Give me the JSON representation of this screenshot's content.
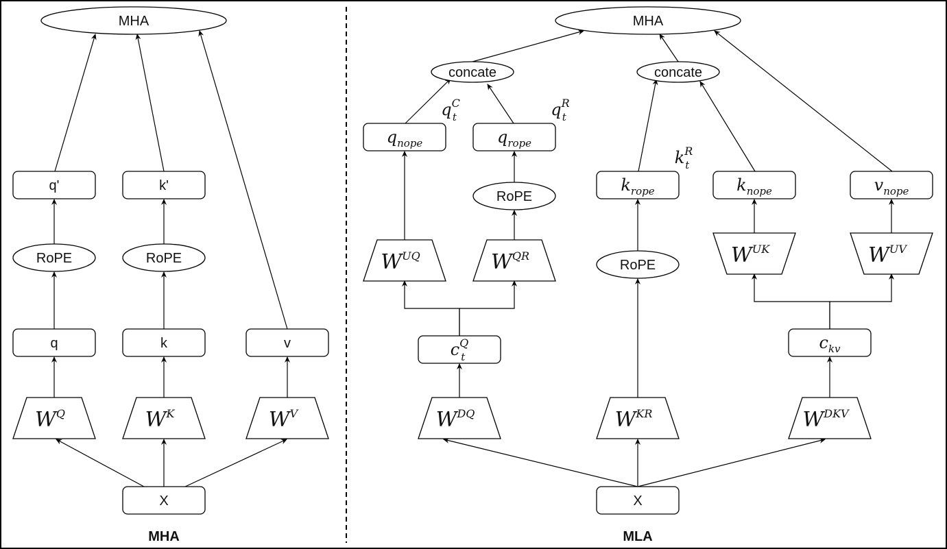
{
  "diagram": {
    "title_left": "MHA",
    "title_right": "MLA",
    "colors": {
      "stroke": "#000000",
      "fill": "#ffffff",
      "text": "#111111"
    },
    "mha_panel": {
      "nodes": [
        {
          "id": "mha_out",
          "shape": "ellipse",
          "label": "MHA",
          "style": "sans"
        },
        {
          "id": "q_prime",
          "shape": "box",
          "label": "q'",
          "style": "sans"
        },
        {
          "id": "k_prime",
          "shape": "box",
          "label": "k'",
          "style": "sans"
        },
        {
          "id": "rope_q",
          "shape": "ellipse",
          "label": "RoPE",
          "style": "sans"
        },
        {
          "id": "rope_k",
          "shape": "ellipse",
          "label": "RoPE",
          "style": "sans"
        },
        {
          "id": "q",
          "shape": "box",
          "label": "q",
          "style": "sans"
        },
        {
          "id": "k",
          "shape": "box",
          "label": "k",
          "style": "sans"
        },
        {
          "id": "v",
          "shape": "box",
          "label": "v",
          "style": "sans"
        },
        {
          "id": "WQ",
          "shape": "trapezoid",
          "base": "W",
          "sup": "Q",
          "style": "math"
        },
        {
          "id": "WK",
          "shape": "trapezoid",
          "base": "W",
          "sup": "K",
          "style": "math"
        },
        {
          "id": "WV",
          "shape": "trapezoid",
          "base": "W",
          "sup": "V",
          "style": "math"
        },
        {
          "id": "X_left",
          "shape": "box",
          "label": "X",
          "style": "sans"
        }
      ],
      "edges": [
        [
          "X_left",
          "WQ"
        ],
        [
          "X_left",
          "WK"
        ],
        [
          "X_left",
          "WV"
        ],
        [
          "WQ",
          "q"
        ],
        [
          "WK",
          "k"
        ],
        [
          "WV",
          "v"
        ],
        [
          "q",
          "rope_q"
        ],
        [
          "k",
          "rope_k"
        ],
        [
          "rope_q",
          "q_prime"
        ],
        [
          "rope_k",
          "k_prime"
        ],
        [
          "q_prime",
          "mha_out"
        ],
        [
          "k_prime",
          "mha_out"
        ],
        [
          "v",
          "mha_out"
        ]
      ]
    },
    "mla_panel": {
      "nodes": [
        {
          "id": "mla_out",
          "shape": "ellipse",
          "label": "MHA",
          "style": "sans"
        },
        {
          "id": "concat_q",
          "shape": "ellipse",
          "label": "concate",
          "style": "sans"
        },
        {
          "id": "concat_k",
          "shape": "ellipse",
          "label": "concate",
          "style": "sans"
        },
        {
          "id": "q_nope",
          "shape": "box",
          "base": "q",
          "sub": "nope",
          "style": "math",
          "annotation": {
            "base": "q",
            "sub": "t",
            "sup": "C"
          }
        },
        {
          "id": "q_rope",
          "shape": "box",
          "base": "q",
          "sub": "rope",
          "style": "math",
          "annotation": {
            "base": "q",
            "sub": "t",
            "sup": "R"
          }
        },
        {
          "id": "rope_mq",
          "shape": "ellipse",
          "label": "RoPE",
          "style": "sans"
        },
        {
          "id": "WUQ",
          "shape": "trapezoid",
          "base": "W",
          "sup": "UQ",
          "style": "math"
        },
        {
          "id": "WQR",
          "shape": "trapezoid",
          "base": "W",
          "sup": "QR",
          "style": "math"
        },
        {
          "id": "cQ",
          "shape": "box",
          "base": "c",
          "sub": "t",
          "sup": "Q",
          "style": "math"
        },
        {
          "id": "WDQ",
          "shape": "trapezoid",
          "base": "W",
          "sup": "DQ",
          "style": "math"
        },
        {
          "id": "k_rope",
          "shape": "box",
          "base": "k",
          "sub": "rope",
          "style": "math",
          "annotation": {
            "base": "k",
            "sub": "t",
            "sup": "R"
          }
        },
        {
          "id": "rope_mk",
          "shape": "ellipse",
          "label": "RoPE",
          "style": "sans"
        },
        {
          "id": "WKR",
          "shape": "trapezoid",
          "base": "W",
          "sup": "KR",
          "style": "math"
        },
        {
          "id": "k_nope",
          "shape": "box",
          "base": "k",
          "sub": "nope",
          "style": "math"
        },
        {
          "id": "v_nope",
          "shape": "box",
          "base": "v",
          "sub": "nope",
          "style": "math"
        },
        {
          "id": "WUK",
          "shape": "inv-trapezoid",
          "base": "W",
          "sup": "UK",
          "style": "math"
        },
        {
          "id": "WUV",
          "shape": "inv-trapezoid",
          "base": "W",
          "sup": "UV",
          "style": "math"
        },
        {
          "id": "ckv",
          "shape": "box",
          "base": "c",
          "sub": "kv",
          "style": "math"
        },
        {
          "id": "WDKV",
          "shape": "trapezoid",
          "base": "W",
          "sup": "DKV",
          "style": "math"
        },
        {
          "id": "X_right",
          "shape": "box",
          "label": "X",
          "style": "sans"
        }
      ],
      "edges": [
        [
          "X_right",
          "WDQ"
        ],
        [
          "X_right",
          "WKR"
        ],
        [
          "X_right",
          "WDKV"
        ],
        [
          "WDQ",
          "cQ"
        ],
        [
          "cQ",
          "WUQ"
        ],
        [
          "cQ",
          "WQR"
        ],
        [
          "WUQ",
          "q_nope"
        ],
        [
          "WQR",
          "rope_mq"
        ],
        [
          "rope_mq",
          "q_rope"
        ],
        [
          "q_nope",
          "concat_q"
        ],
        [
          "q_rope",
          "concat_q"
        ],
        [
          "WKR",
          "rope_mk"
        ],
        [
          "rope_mk",
          "k_rope"
        ],
        [
          "WDKV",
          "ckv"
        ],
        [
          "ckv",
          "WUK"
        ],
        [
          "ckv",
          "WUV"
        ],
        [
          "WUK",
          "k_nope"
        ],
        [
          "WUV",
          "v_nope"
        ],
        [
          "k_rope",
          "concat_k"
        ],
        [
          "k_nope",
          "concat_k"
        ],
        [
          "concat_q",
          "mla_out"
        ],
        [
          "concat_k",
          "mla_out"
        ],
        [
          "v_nope",
          "mla_out"
        ]
      ]
    }
  }
}
